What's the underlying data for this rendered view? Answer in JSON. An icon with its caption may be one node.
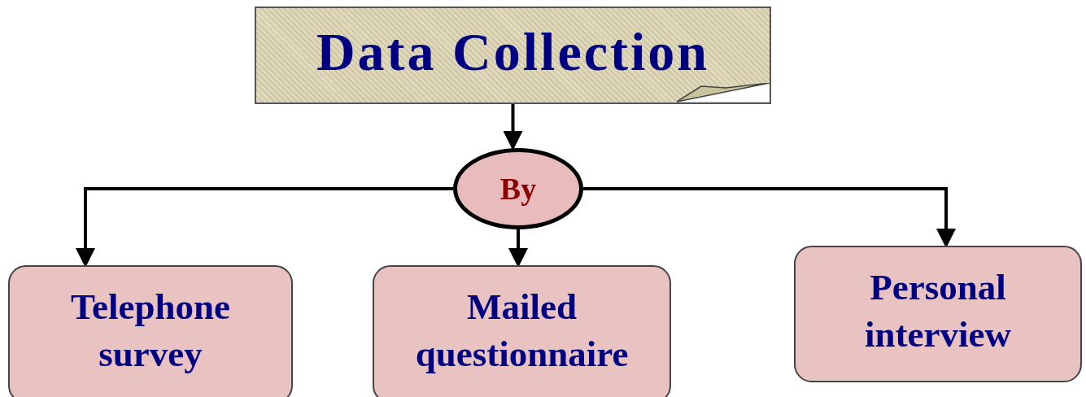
{
  "diagram": {
    "nodes": [
      {
        "text": [
          "Data Collection"
        ]
      },
      {
        "text": [
          "By"
        ]
      },
      {
        "text": [
          "Telephone survey"
        ]
      },
      {
        "text": [
          "Mailed questionnaire"
        ]
      },
      {
        "text": [
          "Personal interview"
        ]
      }
    ],
    "edges": [
      {
        "from": 0,
        "to": 1,
        "arrow": "to"
      },
      {
        "from": 1,
        "to": 2,
        "arrow": "to"
      },
      {
        "from": 1,
        "to": 3,
        "arrow": "to"
      },
      {
        "from": 1,
        "to": 4,
        "arrow": "to"
      }
    ]
  }
}
